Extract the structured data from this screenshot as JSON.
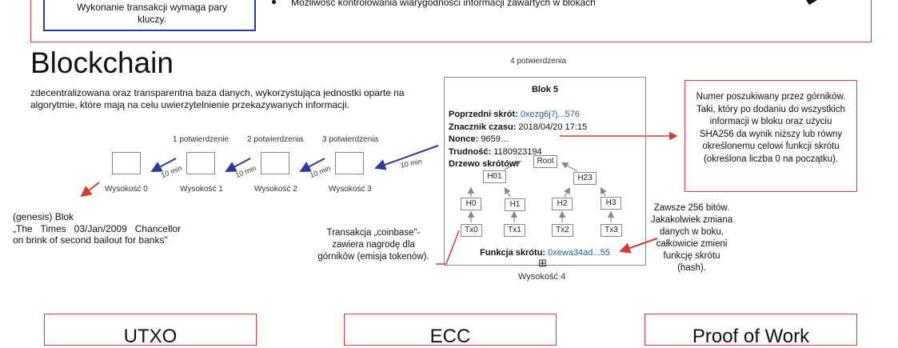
{
  "top": {
    "key_pair_text": "Wykonanie transakcji wymaga pary kluczy.",
    "bullet_text": "Możliwość kontrolowania wiarygodności informacji zawartych w blokach"
  },
  "title": "Blockchain",
  "description": "zdecentralizowana oraz transparentna baza danych, wykorzystująca jednostki oparte na algorytmie, które mają na celu uwierzytelnienie przekazywanych informacji.",
  "confirmations_top": "4 potwierdzenia",
  "chain": {
    "confirmations": [
      "1 potwierdzenie",
      "2 potwierdzenia",
      "3 potwierdzenia"
    ],
    "heights": [
      "Wysokość 0",
      "Wysokość 1",
      "Wysokość 2",
      "Wysokość 3"
    ],
    "interval": "10 min"
  },
  "genesis": {
    "line1": "(genesis) Blok",
    "line2": "„The   Times   03/Jan/2009   Chancellor",
    "line3": "on brink of second bailout for banks\""
  },
  "block": {
    "title": "Blok 5",
    "prev_label": "Poprzedni skrót:",
    "prev_value": "0xezg6j7j...576",
    "time_label": "Znacznik czasu:",
    "time_value": "2018/04/20 17:15",
    "nonce_label": "Nonce:",
    "nonce_value": "9659…",
    "difficulty_label": "Trudność:",
    "difficulty_value": "1180923194",
    "tree_label": "Drzewo skrótów:",
    "root": "Root",
    "h01": "H01",
    "h23": "H23",
    "h": [
      "H0",
      "H1",
      "H2",
      "H3"
    ],
    "tx": [
      "Tx0",
      "Tx1",
      "Tx2",
      "Tx3"
    ],
    "hash_label": "Funkcja skrótu:",
    "hash_value": "0xewa34ad...55",
    "height": "Wysokość 4",
    "expand_glyph": "⊞"
  },
  "nonce_note": "Numer poszukiwany przez górników. Taki, który po dodaniu do wszystkich informacji w bloku oraz użyciu SHA256 da wynik niższy lub równy określonemu celowi funkcji skrótu (określona liczba 0 na początku).",
  "hash_note": "Zawsze 256 bitów. Jakakolwiek zmiana danych w boku, całkowicie zmieni funkcję skrótu (hash).",
  "coinbase_note": "Transakcja „coinbase\"-zawiera nagrodę dla górników (emisja tokenów).",
  "bottom": [
    "UTXO",
    "ECC",
    "Proof of Work"
  ],
  "colors": {
    "red": "#d43a3a",
    "blue": "#2b3a9a",
    "link": "#1f5fa0",
    "node_border": "#888888"
  }
}
